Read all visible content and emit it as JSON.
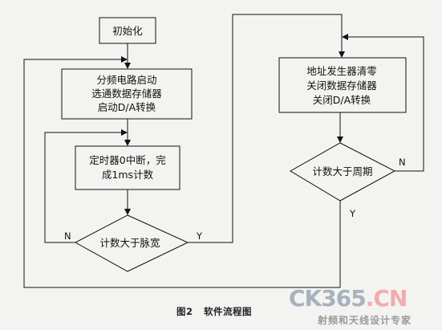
{
  "flowchart": {
    "nodes": {
      "init": "初始化",
      "setup": [
        "分频电路启动",
        "选通数据存储器",
        "启动D/A转换"
      ],
      "timer": [
        "定时器0中断，完",
        "成1ms计数"
      ],
      "pulse_check": "计数大于脉宽",
      "reset": [
        "地址发生器清零",
        "关闭数据存储器",
        "关闭D/A转换"
      ],
      "period_check": "计数大于周期"
    },
    "edge_labels": {
      "pulse_no": "N",
      "pulse_yes": "Y",
      "period_no": "N",
      "period_yes": "Y"
    }
  },
  "caption": "图2   软件流程图",
  "watermark": {
    "logo_main": "CK365",
    "logo_accent": ".CN",
    "subtitle": "射频和天线设计专家"
  },
  "colors": {
    "background": "#f3f3f1",
    "stroke": "#111111"
  }
}
